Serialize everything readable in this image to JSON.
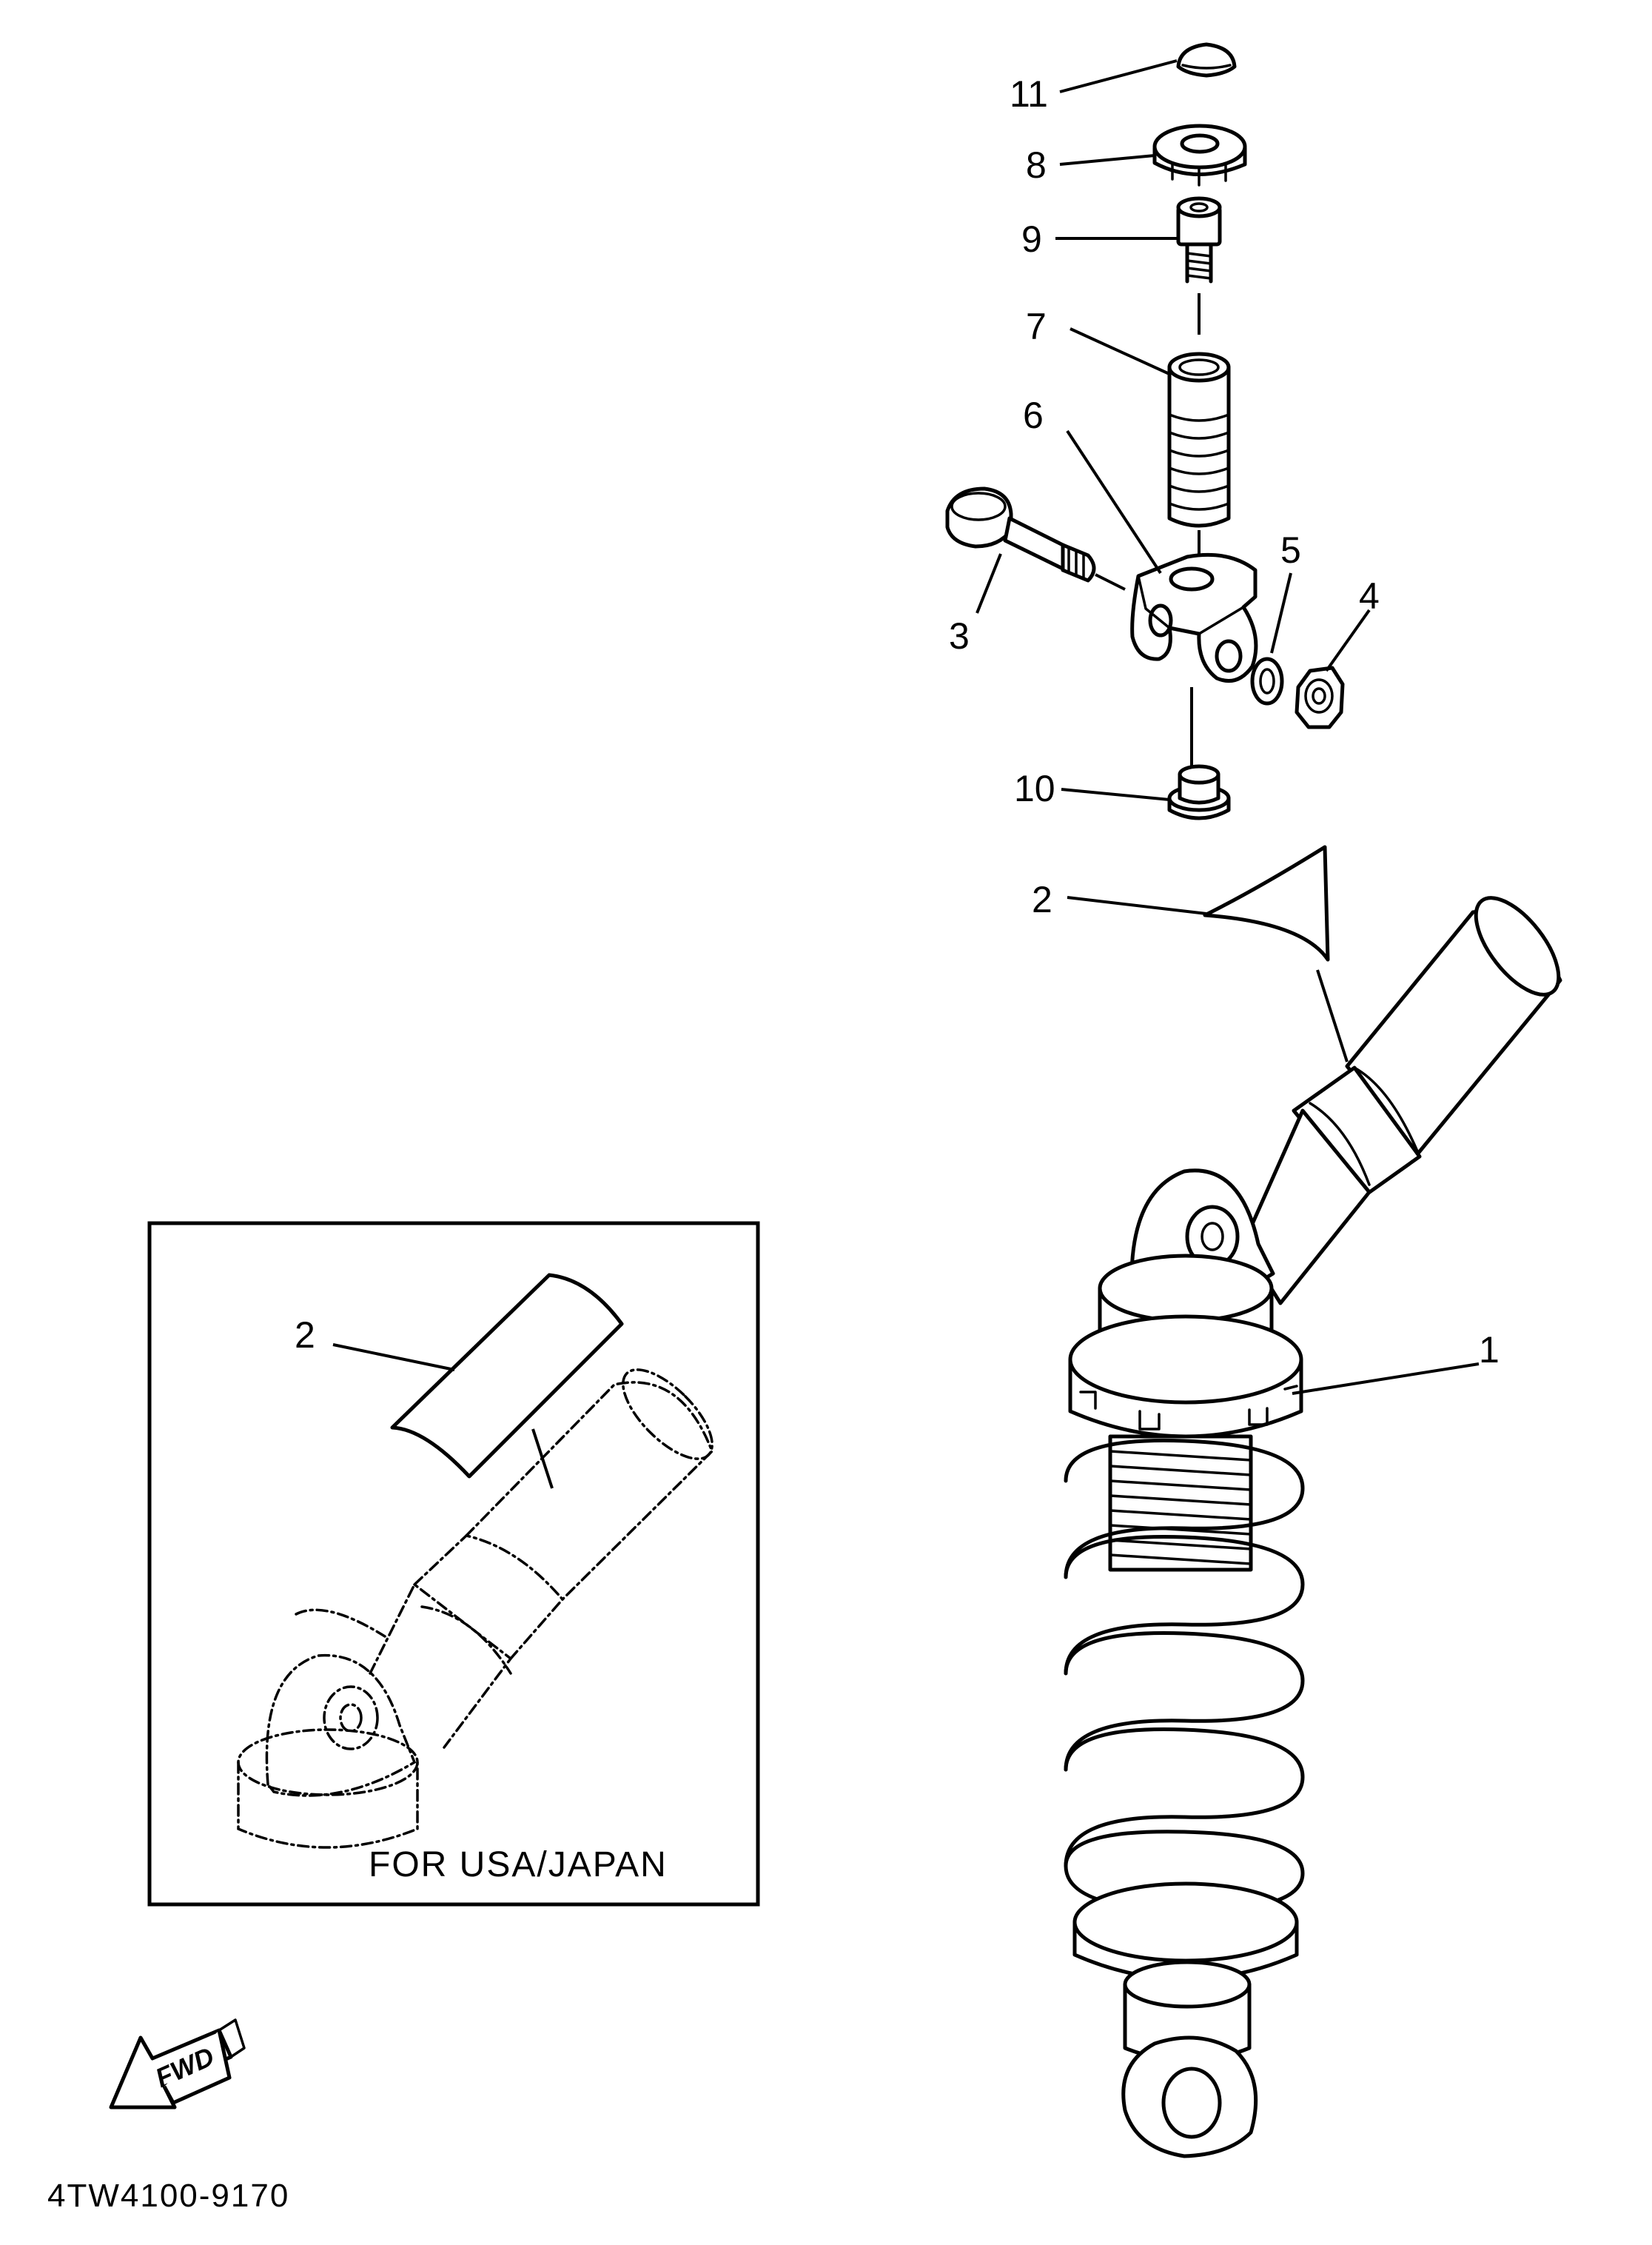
{
  "callouts": {
    "c1": "1",
    "c2_main": "2",
    "c2_inset": "2",
    "c3": "3",
    "c4": "4",
    "c5": "5",
    "c6": "6",
    "c7": "7",
    "c8": "8",
    "c9": "9",
    "c10": "10",
    "c11": "11"
  },
  "inset": {
    "caption": "FOR USA/JAPAN"
  },
  "direction_arrow": {
    "label": "FWD"
  },
  "diagram_code": "4TW4100-9170"
}
